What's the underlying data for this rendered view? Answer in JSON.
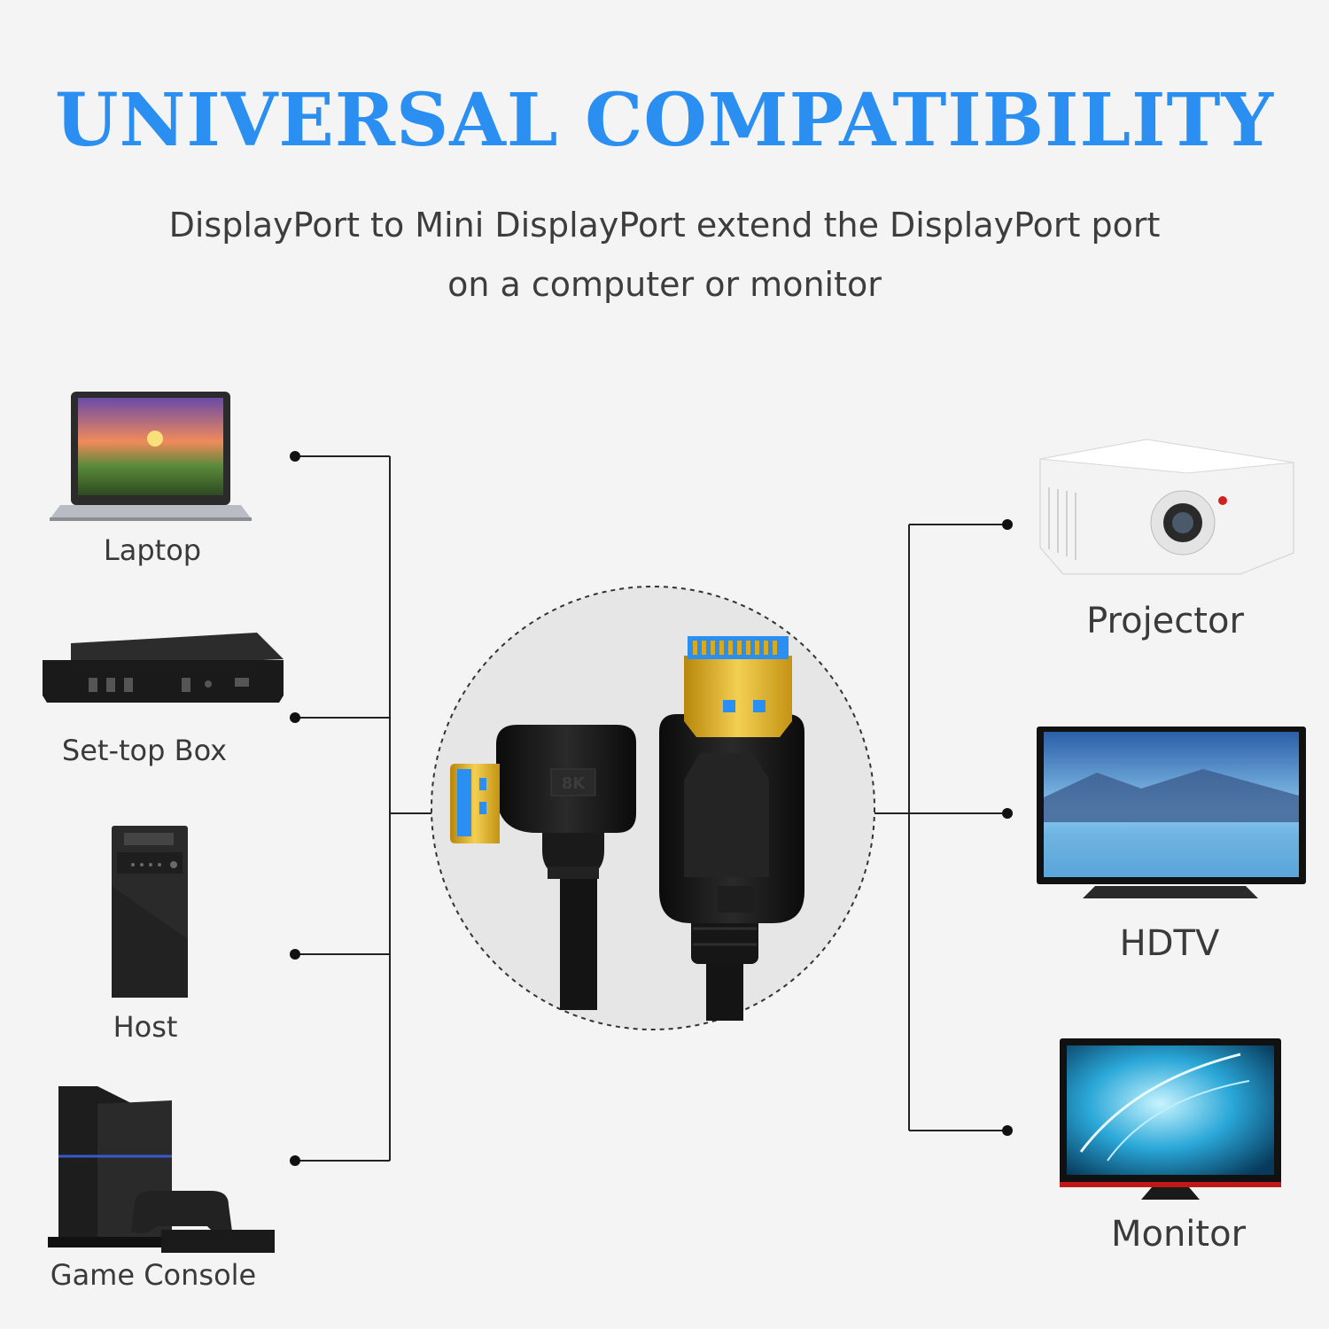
{
  "header": {
    "title": "UNIVERSAL COMPATIBILITY",
    "subtitle_line1": "DisplayPort to Mini DisplayPort extend the DisplayPort port",
    "subtitle_line2": "on a computer or monitor"
  },
  "sources": [
    {
      "label": "Laptop",
      "icon": "laptop-icon"
    },
    {
      "label": "Set-top Box",
      "icon": "set-top-box-icon"
    },
    {
      "label": "Host",
      "icon": "desktop-tower-icon"
    },
    {
      "label": "Game Console",
      "icon": "game-console-icon"
    }
  ],
  "displays": [
    {
      "label": "Projector",
      "icon": "projector-icon"
    },
    {
      "label": "HDTV",
      "icon": "hdtv-icon"
    },
    {
      "label": "Monitor",
      "icon": "monitor-icon"
    }
  ],
  "cable": {
    "badge": "8K"
  },
  "colors": {
    "title": "#2a8ff0",
    "connector_gold": "#d9a91f",
    "connector_blue": "#2a8ff0",
    "cable_black": "#111111"
  }
}
